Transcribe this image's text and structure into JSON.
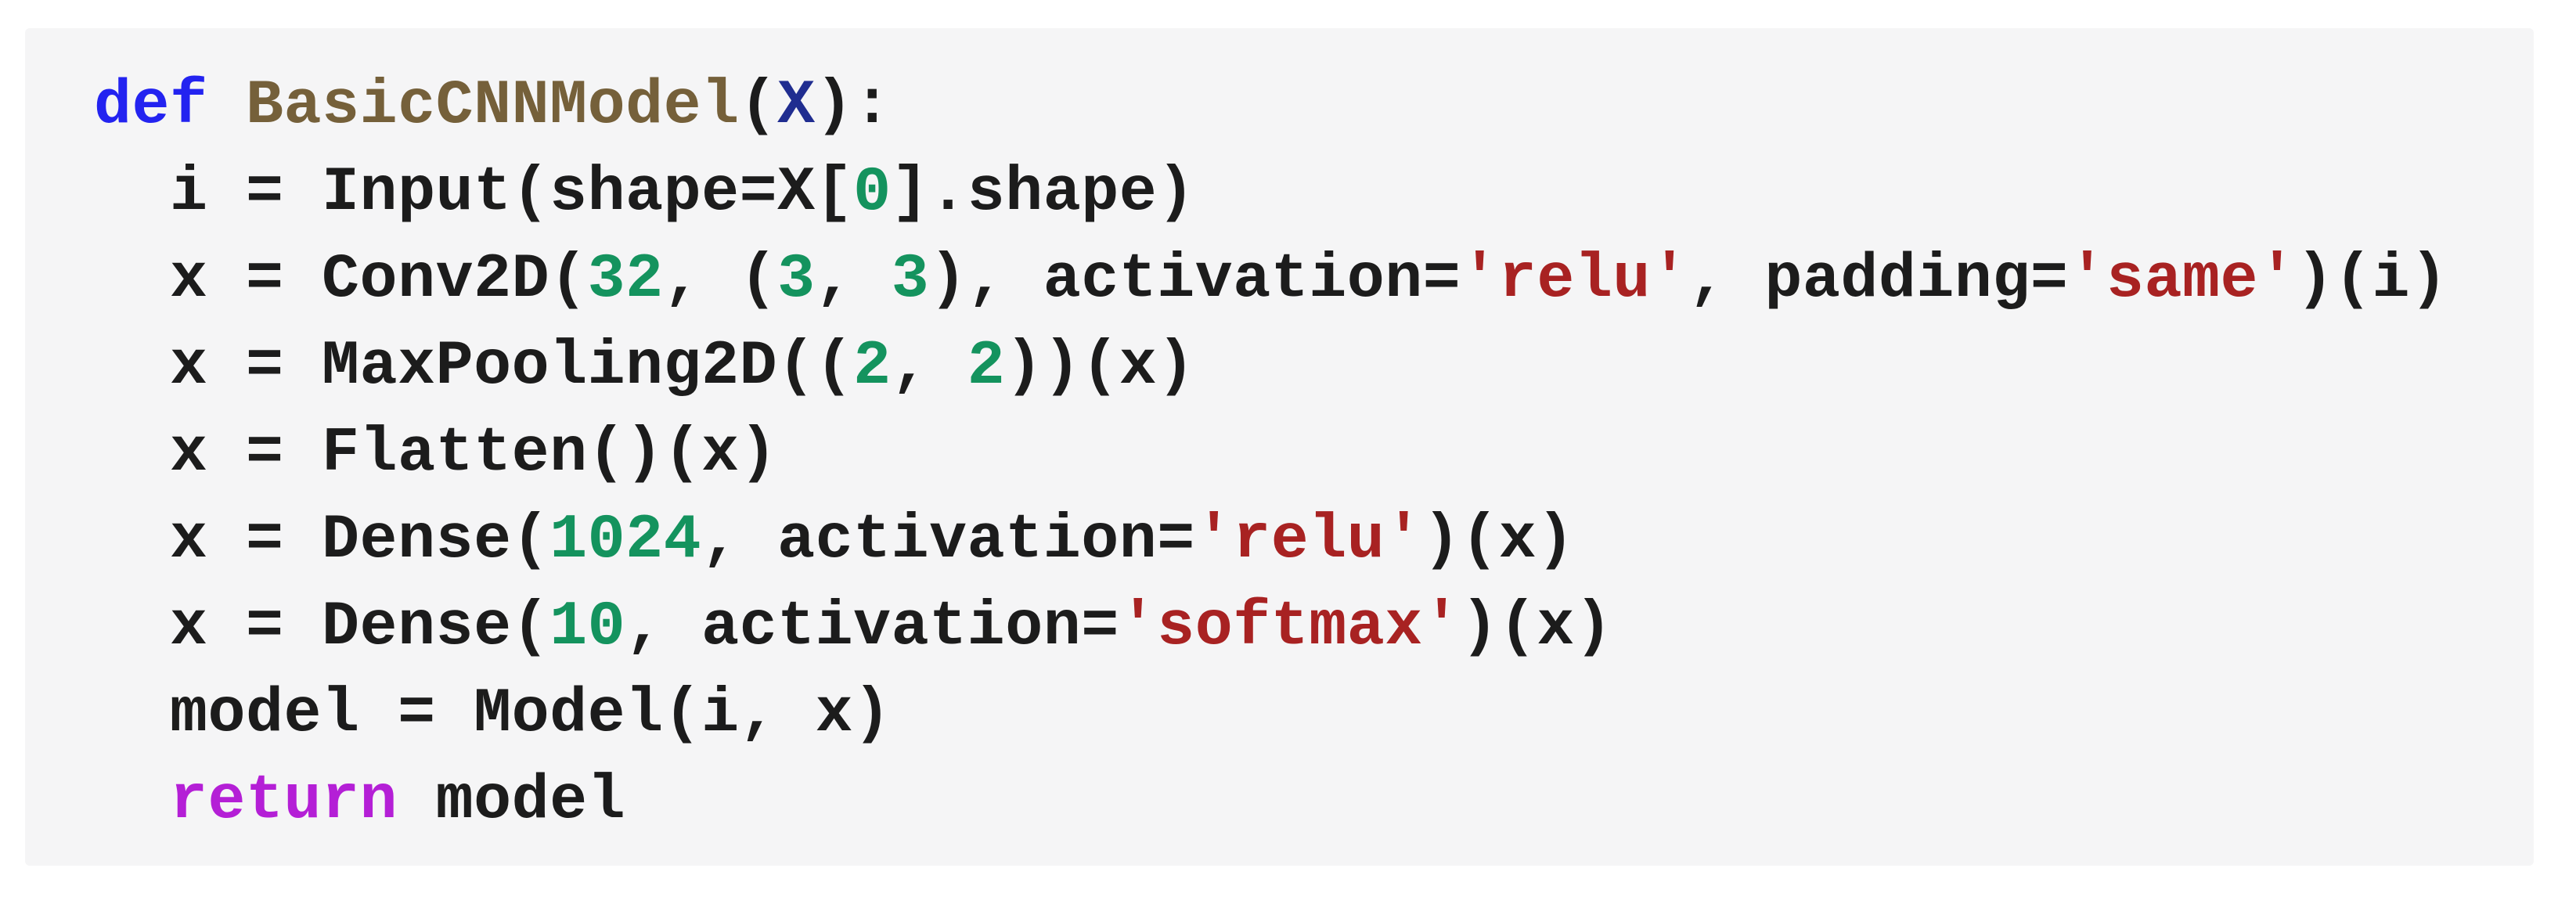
{
  "panel": {
    "background_color": "#f5f5f6",
    "page_background_color": "#ffffff"
  },
  "syntax_colors": {
    "plain": "#1c1c1c",
    "keyword": "#2323f0",
    "func": "#75603a",
    "param": "#202d90",
    "number": "#14935e",
    "string": "#a82222",
    "ctrl": "#b41fd6"
  },
  "code": {
    "language": "python",
    "lines": [
      [
        {
          "text": "def",
          "type": "keyword"
        },
        {
          "text": " ",
          "type": "plain"
        },
        {
          "text": "BasicCNNModel",
          "type": "func"
        },
        {
          "text": "(",
          "type": "plain"
        },
        {
          "text": "X",
          "type": "param"
        },
        {
          "text": "):",
          "type": "plain"
        }
      ],
      [
        {
          "text": "  i = Input(shape=X[",
          "type": "plain"
        },
        {
          "text": "0",
          "type": "number"
        },
        {
          "text": "].shape)",
          "type": "plain"
        }
      ],
      [
        {
          "text": "  x = Conv2D(",
          "type": "plain"
        },
        {
          "text": "32",
          "type": "number"
        },
        {
          "text": ", (",
          "type": "plain"
        },
        {
          "text": "3",
          "type": "number"
        },
        {
          "text": ", ",
          "type": "plain"
        },
        {
          "text": "3",
          "type": "number"
        },
        {
          "text": "), activation=",
          "type": "plain"
        },
        {
          "text": "'relu'",
          "type": "string"
        },
        {
          "text": ", padding=",
          "type": "plain"
        },
        {
          "text": "'same'",
          "type": "string"
        },
        {
          "text": ")(i)",
          "type": "plain"
        }
      ],
      [
        {
          "text": "  x = MaxPooling2D((",
          "type": "plain"
        },
        {
          "text": "2",
          "type": "number"
        },
        {
          "text": ", ",
          "type": "plain"
        },
        {
          "text": "2",
          "type": "number"
        },
        {
          "text": "))(x)",
          "type": "plain"
        }
      ],
      [
        {
          "text": "  x = Flatten()(x)",
          "type": "plain"
        }
      ],
      [
        {
          "text": "  x = Dense(",
          "type": "plain"
        },
        {
          "text": "1024",
          "type": "number"
        },
        {
          "text": ", activation=",
          "type": "plain"
        },
        {
          "text": "'relu'",
          "type": "string"
        },
        {
          "text": ")(x)",
          "type": "plain"
        }
      ],
      [
        {
          "text": "  x = Dense(",
          "type": "plain"
        },
        {
          "text": "10",
          "type": "number"
        },
        {
          "text": ", activation=",
          "type": "plain"
        },
        {
          "text": "'softmax'",
          "type": "string"
        },
        {
          "text": ")(x)",
          "type": "plain"
        }
      ],
      [
        {
          "text": "  model = Model(i, x)",
          "type": "plain"
        }
      ],
      [
        {
          "text": "  ",
          "type": "plain"
        },
        {
          "text": "return",
          "type": "ctrl"
        },
        {
          "text": " model",
          "type": "plain"
        }
      ]
    ]
  }
}
